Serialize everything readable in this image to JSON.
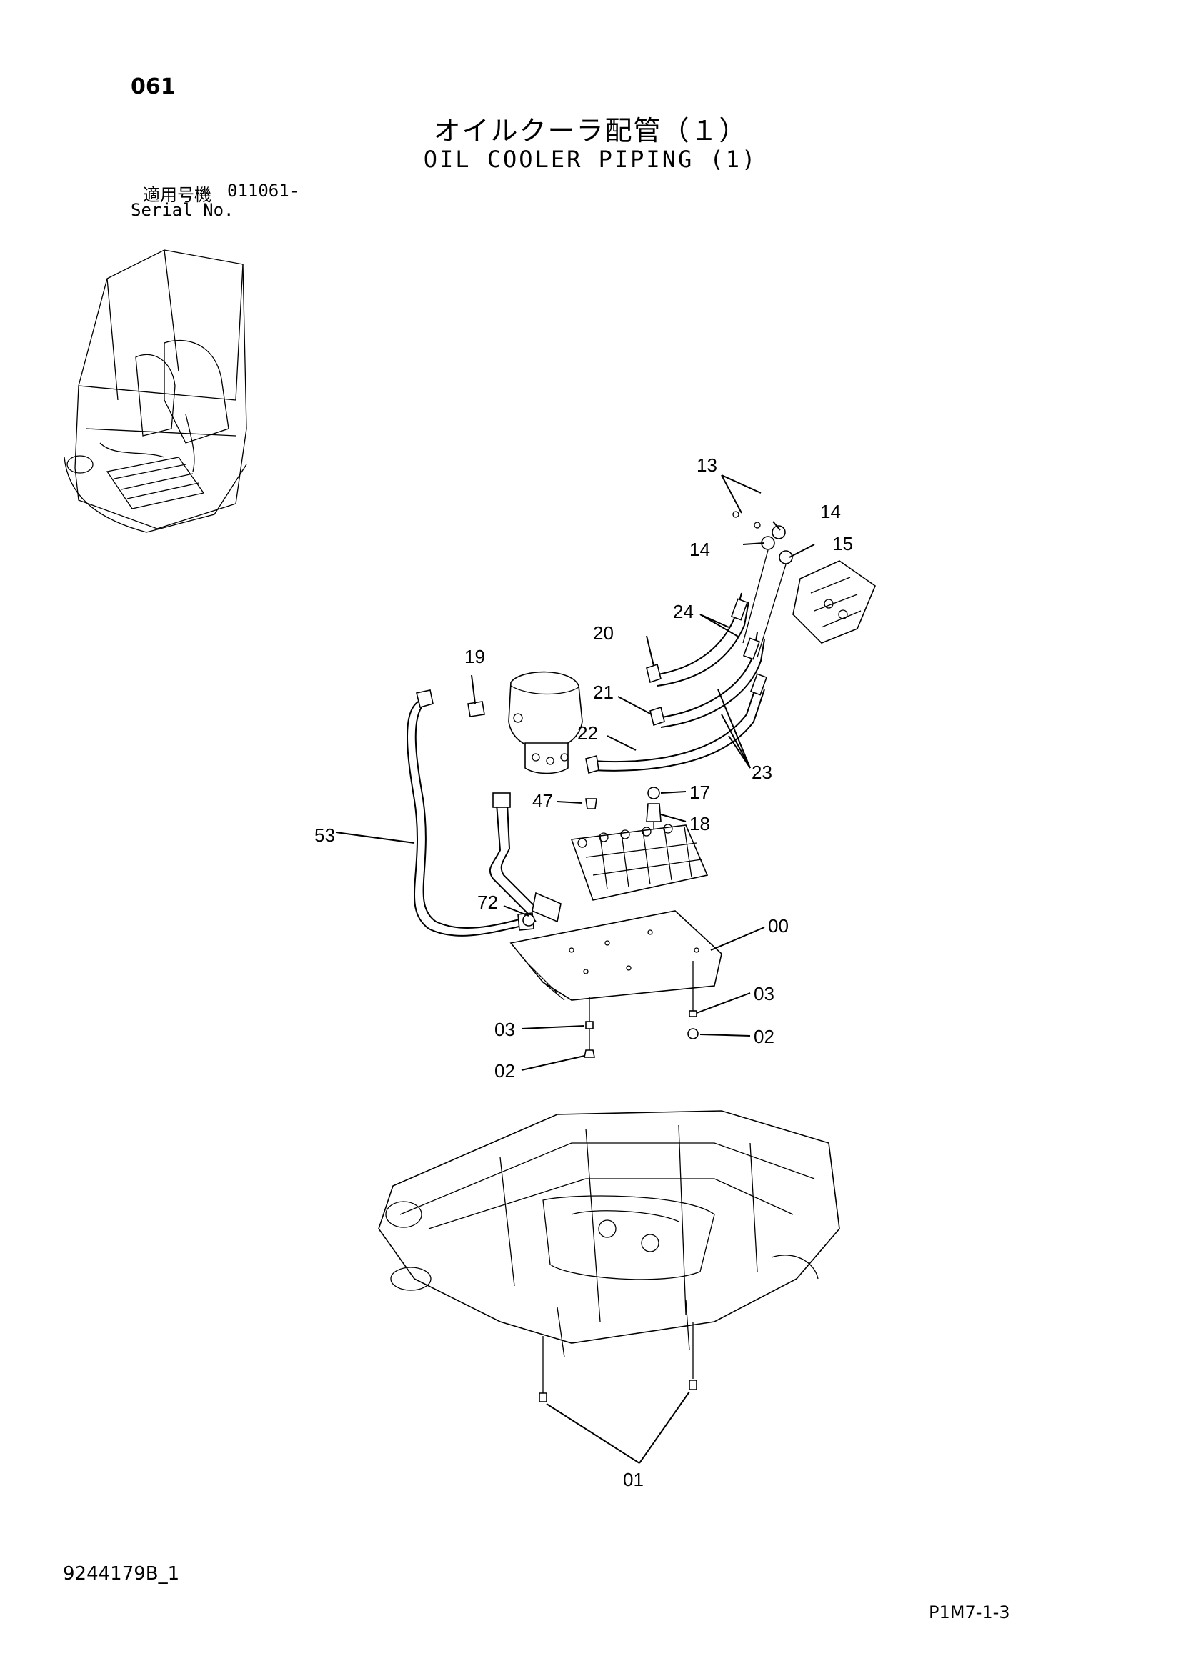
{
  "header": {
    "page_number": "061",
    "title_jp": "オイルクーラ配管（１）",
    "title_en": "OIL COOLER PIPING (1)",
    "serial_label_jp": "適用号機",
    "serial_value": "011061-",
    "serial_label_en": "Serial No."
  },
  "callouts": [
    {
      "id": "c13",
      "text": "13"
    },
    {
      "id": "c14a",
      "text": "14"
    },
    {
      "id": "c14b",
      "text": "14"
    },
    {
      "id": "c15",
      "text": "15"
    },
    {
      "id": "c24",
      "text": "24"
    },
    {
      "id": "c20",
      "text": "20"
    },
    {
      "id": "c19",
      "text": "19"
    },
    {
      "id": "c21",
      "text": "21"
    },
    {
      "id": "c22",
      "text": "22"
    },
    {
      "id": "c23",
      "text": "23"
    },
    {
      "id": "c47",
      "text": "47"
    },
    {
      "id": "c17",
      "text": "17"
    },
    {
      "id": "c18",
      "text": "18"
    },
    {
      "id": "c53",
      "text": "53"
    },
    {
      "id": "c72",
      "text": "72"
    },
    {
      "id": "c00",
      "text": "00"
    },
    {
      "id": "c03a",
      "text": "03"
    },
    {
      "id": "c03b",
      "text": "03"
    },
    {
      "id": "c02a",
      "text": "02"
    },
    {
      "id": "c02b",
      "text": "02"
    },
    {
      "id": "c01",
      "text": "01"
    }
  ],
  "footer": {
    "doc_id": "9244179B_1",
    "page_code": "P1M7-1-3"
  }
}
